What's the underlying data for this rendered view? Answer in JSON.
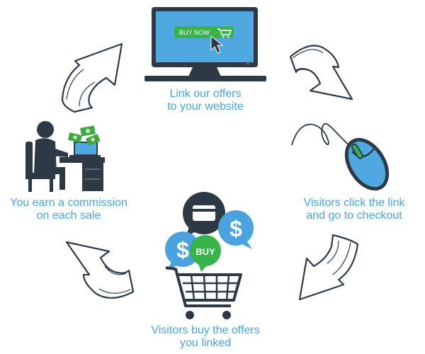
{
  "steps": [
    {
      "label_line1": "Link our offers",
      "label_line2": "to your website",
      "button_text": "BUY NOW"
    },
    {
      "label_line1": "Visitors click the link",
      "label_line2": "and go to checkout"
    },
    {
      "label_line1": "Visitors buy the offers",
      "label_line2": "you linked",
      "badge_text": "BUY",
      "currency_symbol": "$"
    },
    {
      "label_line1": "You earn a commission",
      "label_line2": "on each sale"
    }
  ],
  "icons": [
    "monitor-icon",
    "cursor-icon",
    "mouse-icon",
    "shopping-cart-icon",
    "credit-card-icon",
    "dollar-bubble-icon",
    "buy-bubble-icon",
    "person-at-desk-icon",
    "laptop-icon",
    "money-icon",
    "curved-arrow-icon"
  ],
  "colors": {
    "caption": "#4aa3df",
    "dark": "#2d3a46",
    "screen": "#4fa8e0",
    "accent_green": "#37b34a",
    "money_green": "#3fa845",
    "bubble_blue": "#4aa3df"
  }
}
